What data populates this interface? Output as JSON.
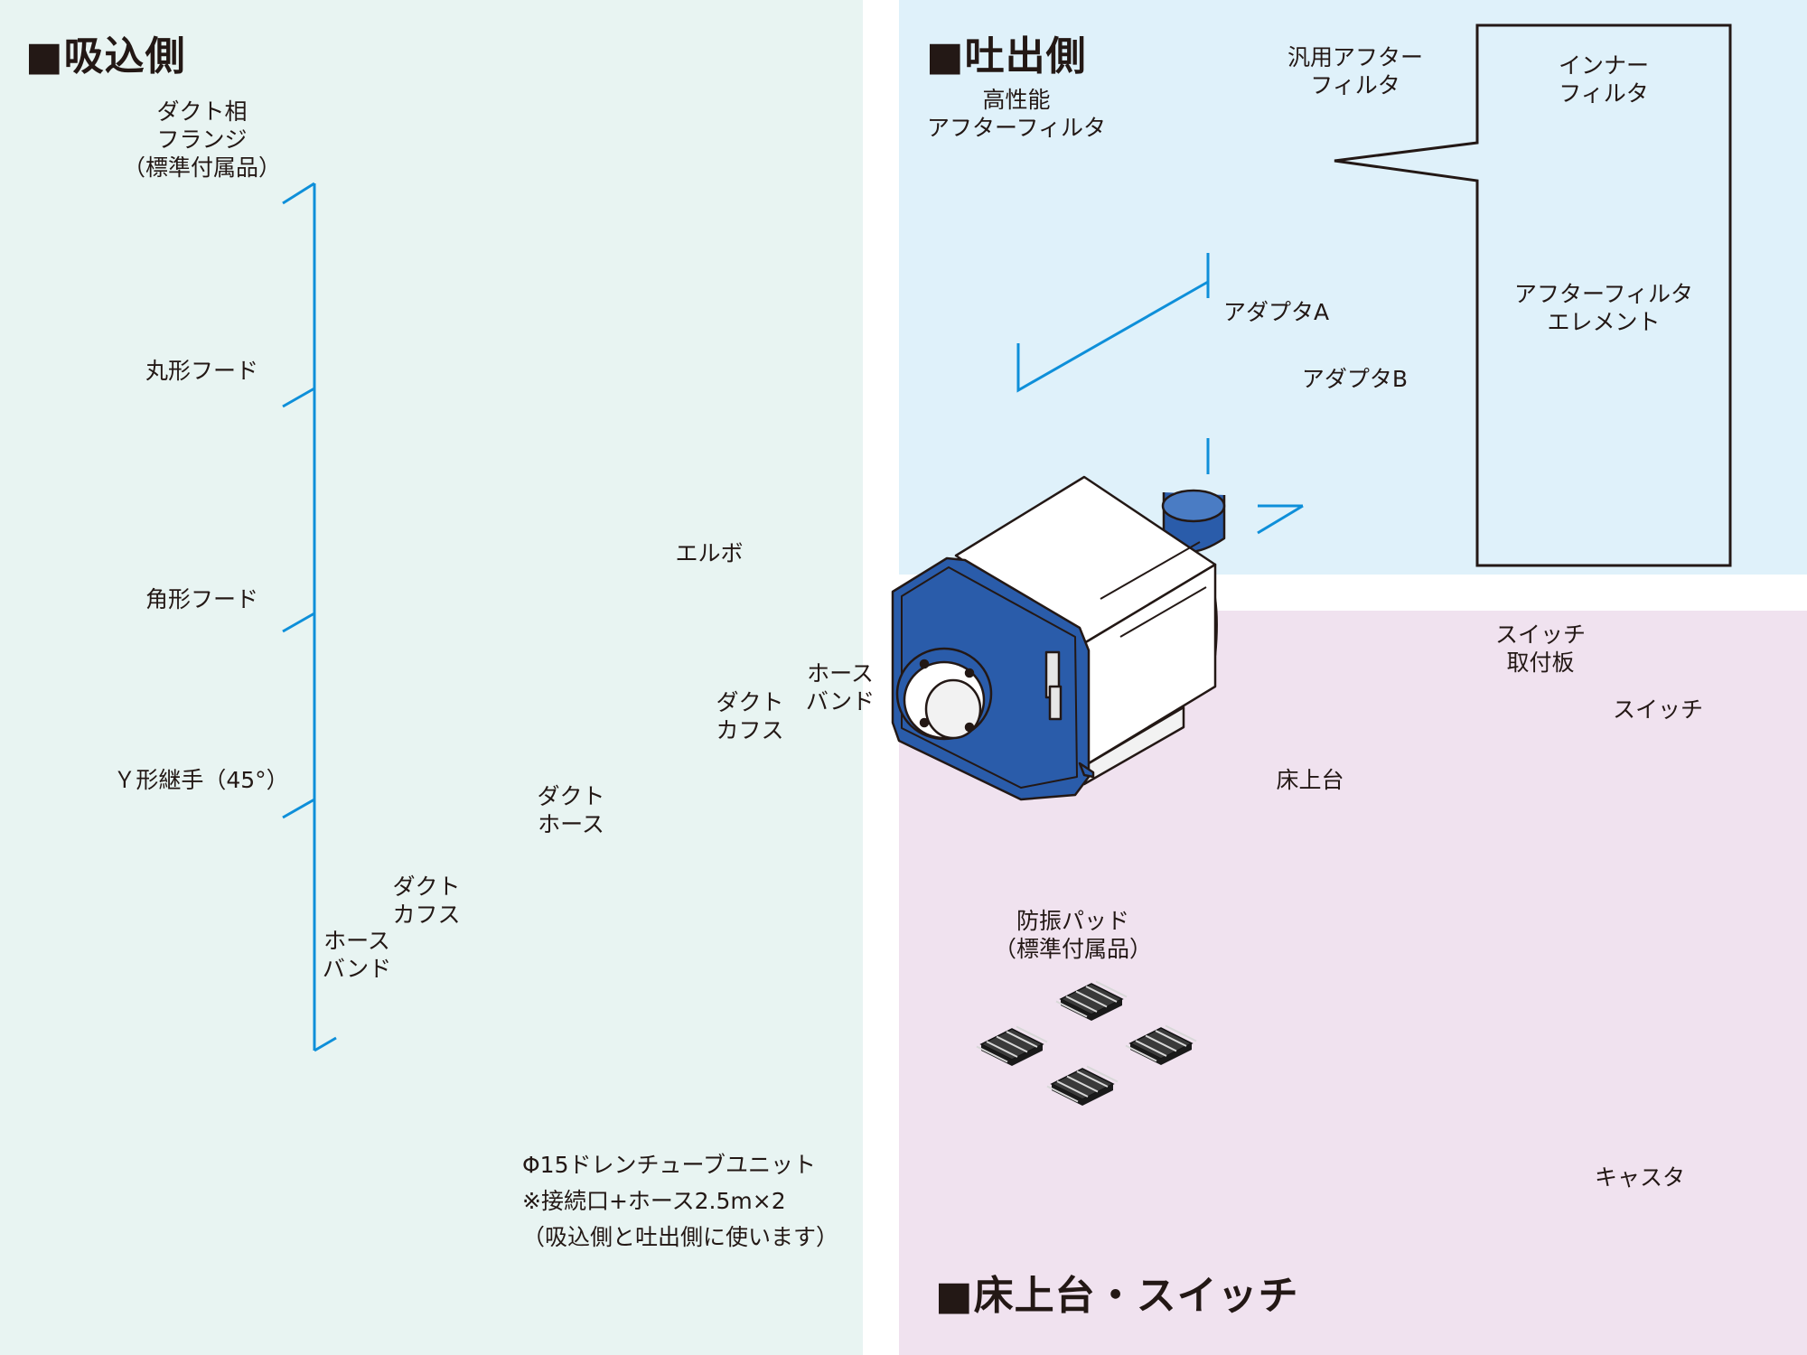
{
  "sections": {
    "intake": "■吸込側",
    "outlet": "■吐出側",
    "base": "■床上台・スイッチ"
  },
  "intake_labels": {
    "duct_flange": [
      "ダクト相",
      "フランジ",
      "（標準付属品）"
    ],
    "round_hood": "丸形フード",
    "square_hood": "角形フード",
    "y_joint": "Ｙ形継手（45°）",
    "elbow": "エルボ",
    "hose_band_right": [
      "ホース",
      "バンド"
    ],
    "duct_cuffs_right": [
      "ダクト",
      "カフス"
    ],
    "duct_hose": [
      "ダクト",
      "ホース"
    ],
    "duct_cuffs_left": [
      "ダクト",
      "カフス"
    ],
    "hose_band_left": [
      "ホース",
      "バンド"
    ],
    "drain_note": [
      "Φ15ドレンチューブユニット",
      "※接続口+ホース2.5m×2",
      "（吸込側と吐出側に使います）"
    ]
  },
  "outlet_labels": {
    "high_perf_filter": [
      "高性能",
      "アフターフィルタ"
    ],
    "general_filter": [
      "汎用アフター",
      "フィルタ"
    ],
    "inner_filter": [
      "インナー",
      "フィルタ"
    ],
    "filter_element": [
      "アフターフィルタ",
      "エレメント"
    ],
    "adapter_a": "アダプタA",
    "adapter_b": "アダプタB"
  },
  "base_labels": {
    "switch_plate": [
      "スイッチ",
      "取付板"
    ],
    "switch": "スイッチ",
    "floor_stand": "床上台",
    "vibration_pad": [
      "防振パッド",
      "（標準付属品）"
    ],
    "caster": "キャスタ"
  },
  "colors": {
    "intake_bg": "#e8f4f2",
    "outlet_bg": "#dff1fa",
    "base_bg": "#f0e2ef",
    "accent_line": "#0e8fd9",
    "machine_blue": "#2a5caa"
  }
}
